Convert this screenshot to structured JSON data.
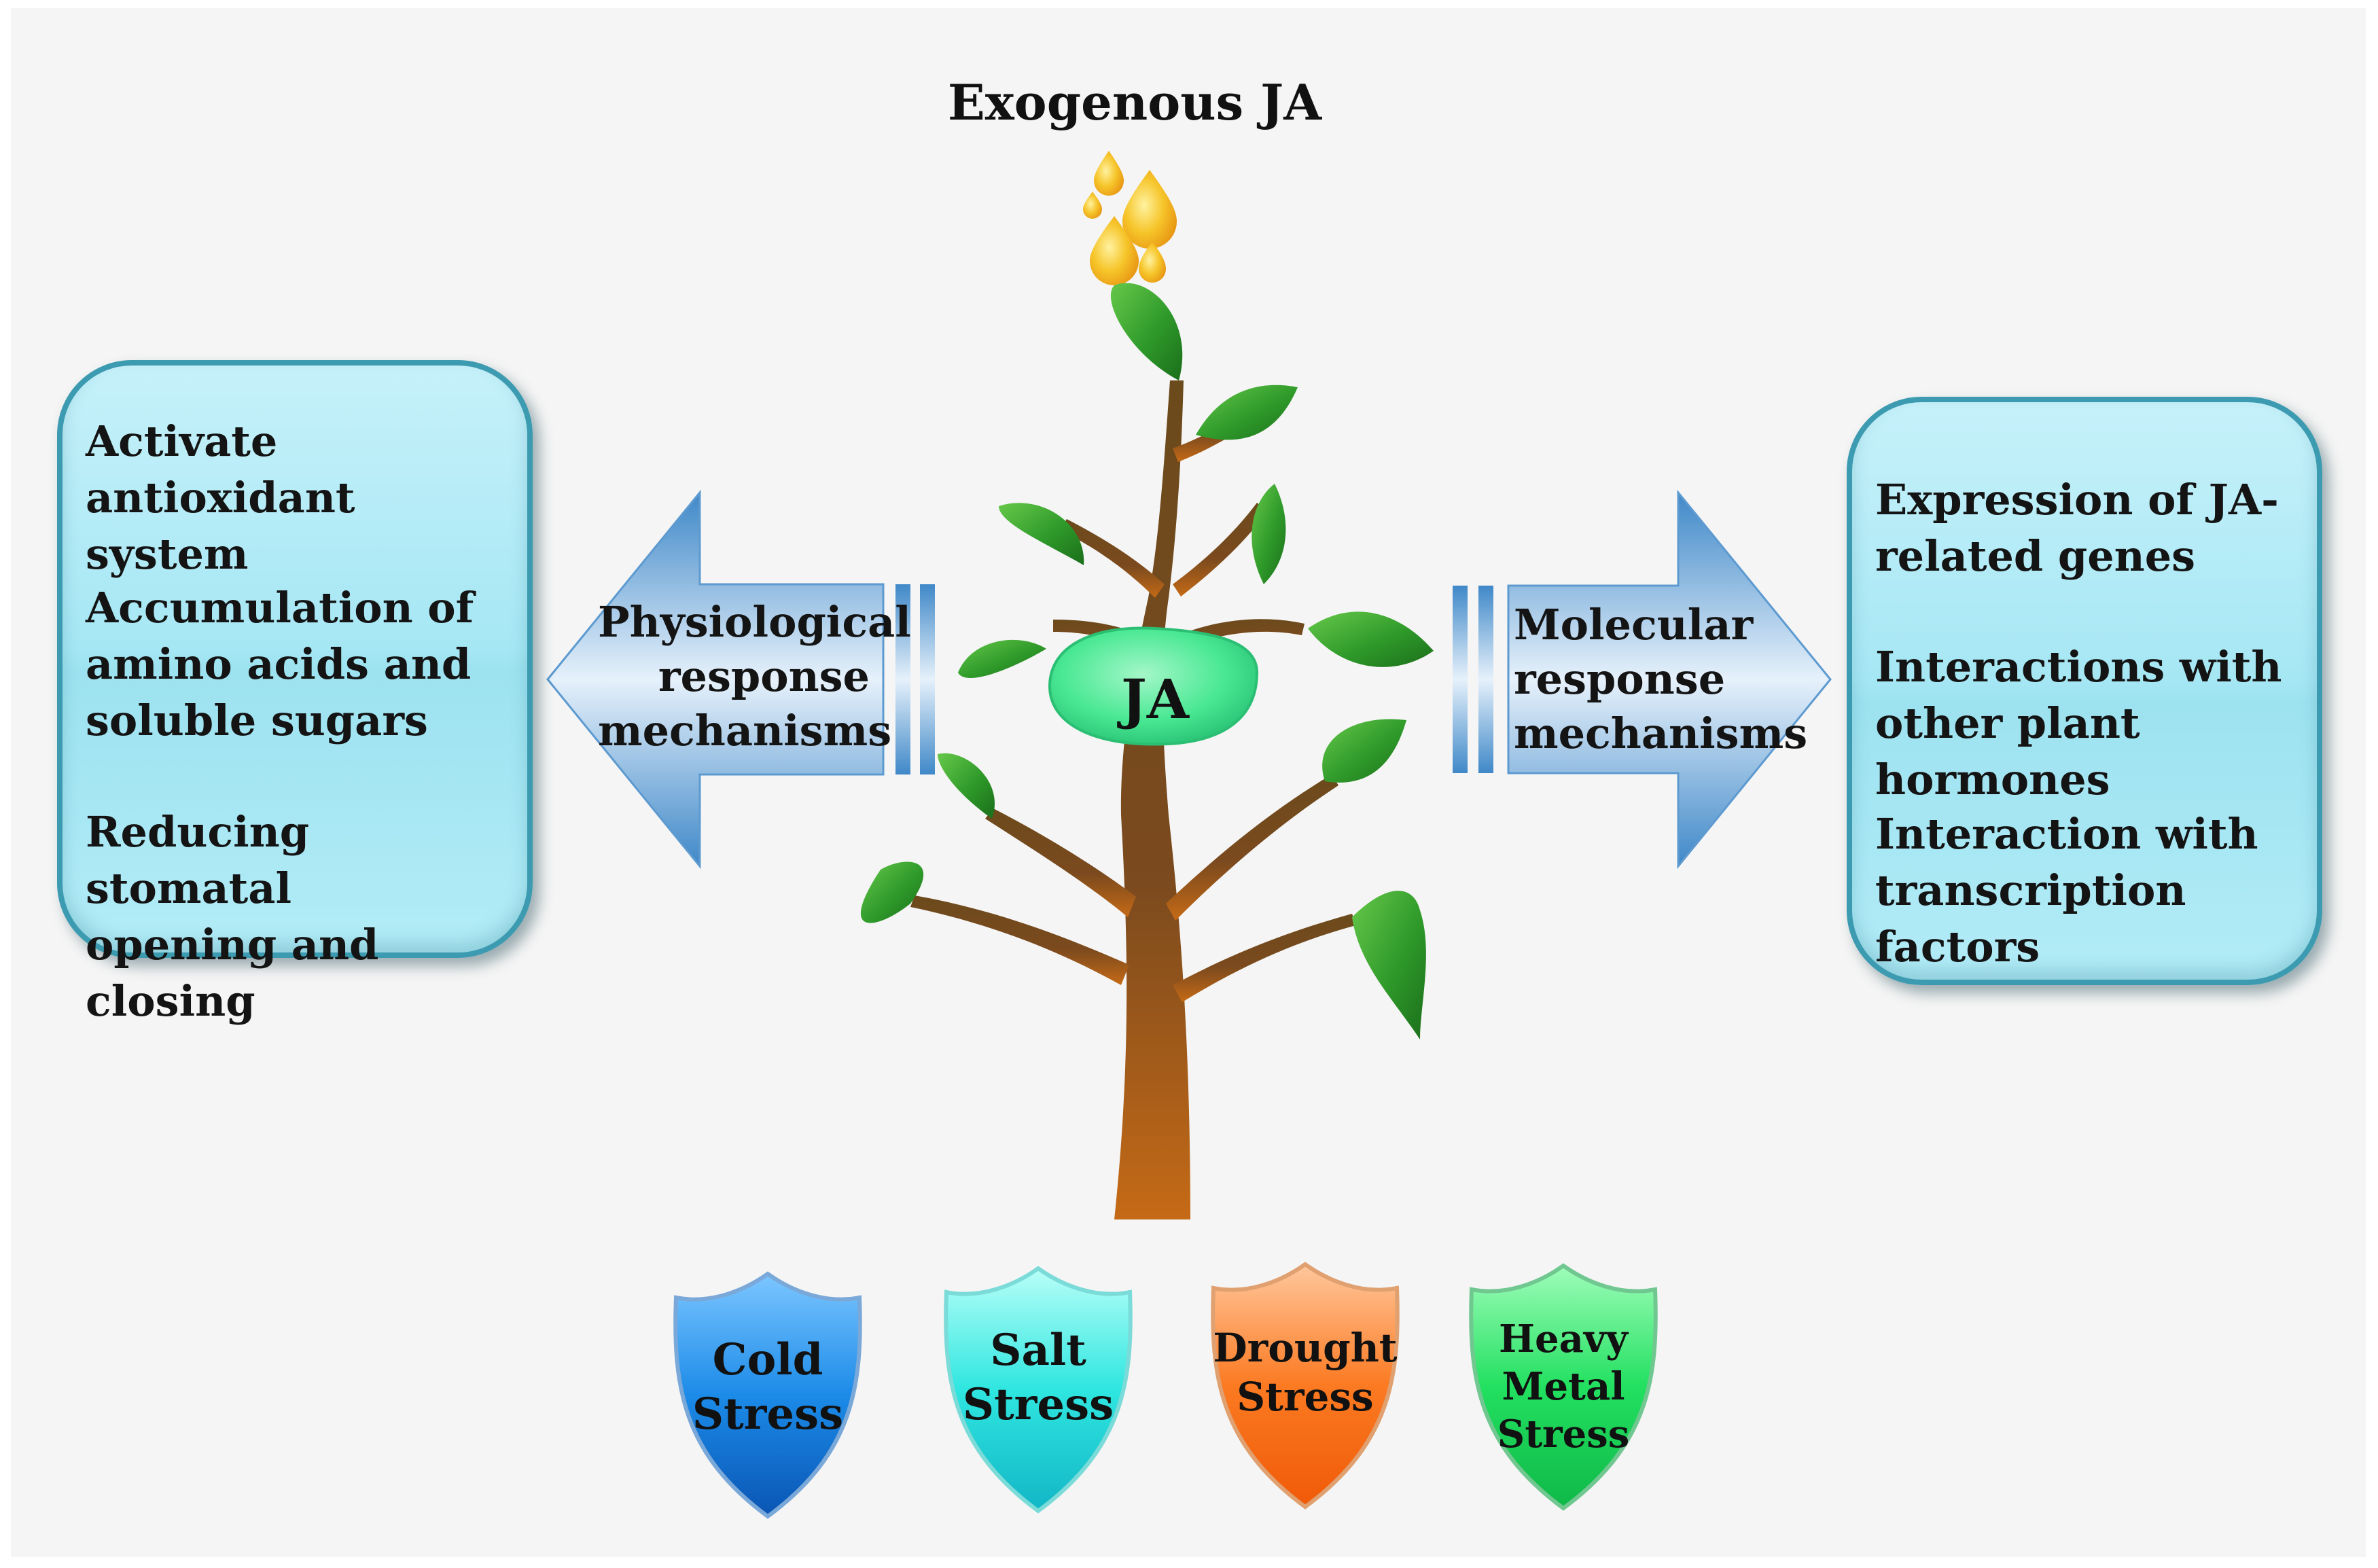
{
  "title": "Exogenous JA",
  "center_label": "JA",
  "left_arrow": {
    "label": "Physiological\nresponse\nmechanisms"
  },
  "right_arrow": {
    "label": "Molecular\nresponse\nmechanisms"
  },
  "left_box": {
    "items": [
      "Activate antioxidant\nsystem",
      "Accumulation of\namino acids and\nsoluble sugars",
      "Reducing stomatal\nopening and closing"
    ]
  },
  "right_box": {
    "items": [
      "Expression of JA-\nrelated genes",
      "Interactions with\nother plant hormones",
      "Interaction with\ntranscription factors"
    ]
  },
  "stresses": [
    {
      "label": "Cold\nStress",
      "color": "#1c8be8"
    },
    {
      "label": "Salt\nStress",
      "color": "#2fe6e0"
    },
    {
      "label": "Drought\nStress",
      "color": "#fb7a22"
    },
    {
      "label": "Heavy\nMetal\nStress",
      "color": "#22e060"
    }
  ],
  "colors": {
    "box_fill": "#a6e7f4",
    "arrow_blue": "#3f88c8",
    "leaf_green": "#2f9a2a",
    "trunk_brown": "#7a4a1e",
    "ja_oval": "#4ae894",
    "droplet": "#f6b21a"
  }
}
